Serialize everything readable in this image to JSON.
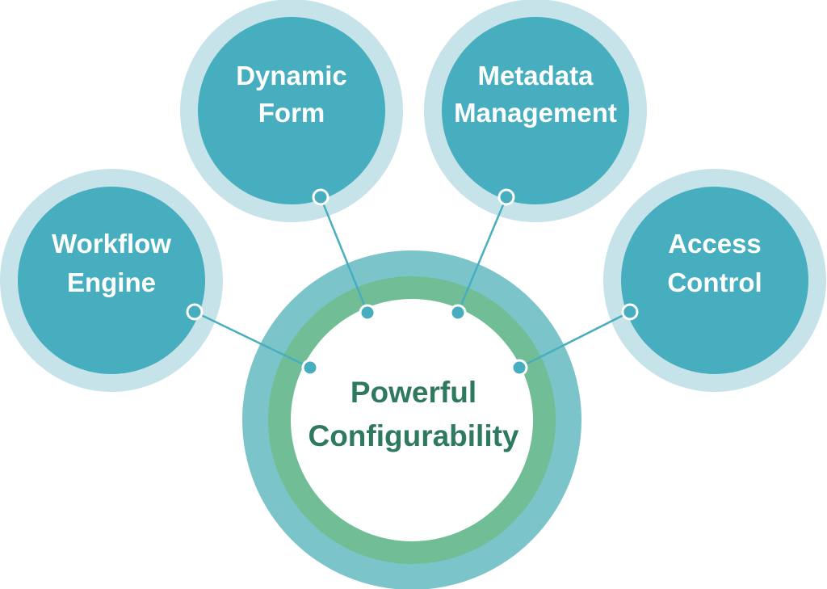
{
  "center": {
    "line1": "Powerful",
    "line2": "Configurability"
  },
  "nodes": [
    {
      "line1": "Workflow",
      "line2": "Engine"
    },
    {
      "line1": "Dynamic",
      "line2": "Form"
    },
    {
      "line1": "Metadata",
      "line2": "Management"
    },
    {
      "line1": "Access",
      "line2": "Control"
    }
  ],
  "colors": {
    "node_fill": "#46aebe",
    "node_halo": "#c6e3ea",
    "outer_ring": "#7bc5ca",
    "inner_ring": "#71be96",
    "center_fill": "#ffffff",
    "center_text": "#2f7a5f",
    "node_text": "#ffffff",
    "connector": "#46aebe"
  }
}
